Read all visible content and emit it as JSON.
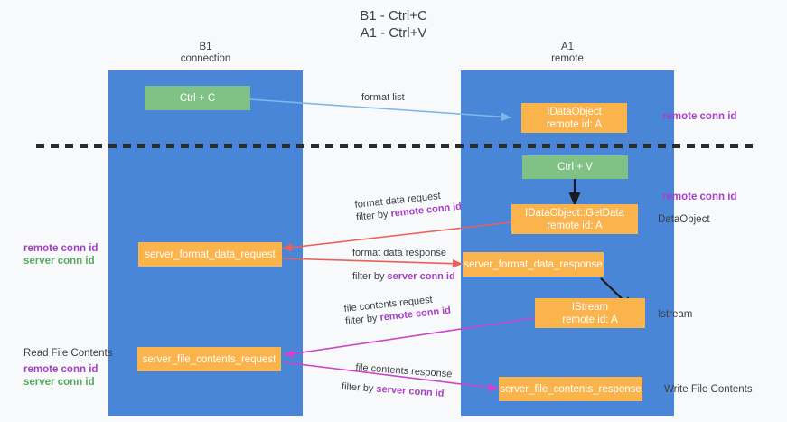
{
  "title": {
    "line1": "B1 - Ctrl+C",
    "line2": "A1 - Ctrl+V"
  },
  "columns": [
    {
      "name": "B1",
      "role": "connection"
    },
    {
      "name": "A1",
      "role": "remote"
    }
  ],
  "nodes": {
    "ctrl_c": {
      "label": "Ctrl + C"
    },
    "ctrl_v": {
      "label": "Ctrl + V"
    },
    "idataobject": {
      "line1": "IDataObject",
      "line2": "remote id: A"
    },
    "idataobject_getdata": {
      "line1": "IDataObject::GetData",
      "line2": "remote id: A"
    },
    "istream": {
      "line1": "IStream",
      "line2": "remote id: A"
    },
    "server_format_data_request": {
      "label": "server_format_data_request"
    },
    "server_format_data_response": {
      "label": "server_format_data_response"
    },
    "server_file_contents_request": {
      "label": "server_file_contents_request"
    },
    "server_file_contents_response": {
      "label": "server_file_contents_response"
    }
  },
  "edges": {
    "format_list": {
      "label": "format list"
    },
    "format_data_request": {
      "line1": "format data request",
      "filter_prefix": "filter by ",
      "filter_key": "remote conn id"
    },
    "format_data_response": {
      "line1": "format data response",
      "filter_prefix": "filter by ",
      "filter_key": "server conn id"
    },
    "file_contents_request": {
      "line1": "file contents request",
      "filter_prefix": "filter by ",
      "filter_key": "remote conn id"
    },
    "file_contents_response": {
      "line1": "file contents response",
      "filter_prefix": "filter by ",
      "filter_key": "server conn id"
    }
  },
  "annotations": {
    "right_top_conn_id": "remote conn id",
    "right_mid_conn_id": "remote conn id",
    "right_dataobject": "DataObject",
    "right_istream": "Istream",
    "right_write_file": "Write File Contents",
    "left_mid_remote": "remote conn id",
    "left_mid_server": "server conn id",
    "left_bottom_read": "Read File Contents",
    "left_bottom_remote": "remote conn id",
    "left_bottom_server": "server conn id"
  },
  "colors": {
    "lane": "#4a86d8",
    "green_node": "#80c285",
    "orange_node": "#fbb34c",
    "purple_text": "#a640c4",
    "green_text": "#56a95f",
    "red_arrow": "#e8615a",
    "magenta_arrow": "#cc44cc",
    "blue_arrow": "#7fb8e8",
    "black_arrow": "#1a1a1a",
    "background": "#f8f9fa"
  }
}
